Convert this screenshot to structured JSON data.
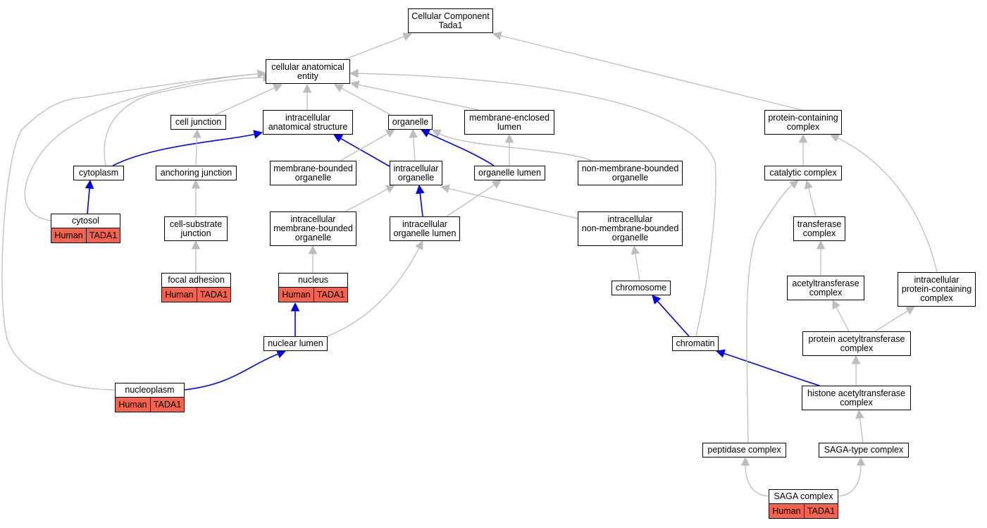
{
  "nodes": [
    {
      "id": "root",
      "label": "Cellular Component\nTada1"
    },
    {
      "id": "cae",
      "label": "cellular anatomical\nentity"
    },
    {
      "id": "cj",
      "label": "cell junction"
    },
    {
      "id": "ias",
      "label": "intracellular\nanatomical structure"
    },
    {
      "id": "org",
      "label": "organelle"
    },
    {
      "id": "mel",
      "label": "membrane-enclosed\nlumen"
    },
    {
      "id": "pcc",
      "label": "protein-containing\ncomplex"
    },
    {
      "id": "cyto",
      "label": "cytoplasm"
    },
    {
      "id": "aj",
      "label": "anchoring junction"
    },
    {
      "id": "mbo",
      "label": "membrane-bounded\norganelle"
    },
    {
      "id": "io",
      "label": "intracellular\norganelle"
    },
    {
      "id": "ol",
      "label": "organelle lumen"
    },
    {
      "id": "nmbo",
      "label": "non-membrane-bounded\norganelle"
    },
    {
      "id": "cc",
      "label": "catalytic complex"
    },
    {
      "id": "cytosol",
      "label": "cytosol",
      "tags": [
        "Human",
        "TADA1"
      ]
    },
    {
      "id": "csj",
      "label": "cell-substrate\njunction"
    },
    {
      "id": "imbo",
      "label": "intracellular\nmembrane-bounded\norganelle"
    },
    {
      "id": "iol",
      "label": "intracellular\norganelle lumen"
    },
    {
      "id": "inmbo",
      "label": "intracellular\nnon-membrane-bounded\norganelle"
    },
    {
      "id": "tc",
      "label": "transferase\ncomplex"
    },
    {
      "id": "fa",
      "label": "focal adhesion",
      "tags": [
        "Human",
        "TADA1"
      ]
    },
    {
      "id": "nuc",
      "label": "nucleus",
      "tags": [
        "Human",
        "TADA1"
      ]
    },
    {
      "id": "chrom",
      "label": "chromosome"
    },
    {
      "id": "atc",
      "label": "acetyltransferase\ncomplex"
    },
    {
      "id": "ipcc",
      "label": "intracellular\nprotein-containing\ncomplex"
    },
    {
      "id": "nl",
      "label": "nuclear lumen"
    },
    {
      "id": "chromatin",
      "label": "chromatin"
    },
    {
      "id": "patc",
      "label": "protein acetyltransferase\ncomplex"
    },
    {
      "id": "hatc",
      "label": "histone acetyltransferase\ncomplex"
    },
    {
      "id": "nucleoplasm",
      "label": "nucleoplasm",
      "tags": [
        "Human",
        "TADA1"
      ]
    },
    {
      "id": "pepc",
      "label": "peptidase complex"
    },
    {
      "id": "saga_type",
      "label": "SAGA-type complex"
    },
    {
      "id": "saga",
      "label": "SAGA complex",
      "tags": [
        "Human",
        "TADA1"
      ]
    }
  ],
  "edges": [
    {
      "from": "cae",
      "to": "root",
      "color": "#bdbdbd"
    },
    {
      "from": "pcc",
      "to": "root",
      "color": "#bdbdbd"
    },
    {
      "from": "cj",
      "to": "cae",
      "color": "#bdbdbd"
    },
    {
      "from": "ias",
      "to": "cae",
      "color": "#bdbdbd"
    },
    {
      "from": "org",
      "to": "cae",
      "color": "#bdbdbd"
    },
    {
      "from": "mel",
      "to": "cae",
      "color": "#bdbdbd"
    },
    {
      "from": "cyto",
      "to": "cae",
      "color": "#bdbdbd"
    },
    {
      "from": "cytosol",
      "to": "cae",
      "color": "#bdbdbd"
    },
    {
      "from": "nucleoplasm",
      "to": "cae",
      "color": "#bdbdbd"
    },
    {
      "from": "chromatin",
      "to": "cae",
      "color": "#bdbdbd"
    },
    {
      "from": "cyto",
      "to": "ias",
      "color": "#0000ee"
    },
    {
      "from": "io",
      "to": "ias",
      "color": "#0000ee"
    },
    {
      "from": "aj",
      "to": "cj",
      "color": "#bdbdbd"
    },
    {
      "from": "mbo",
      "to": "org",
      "color": "#bdbdbd"
    },
    {
      "from": "io",
      "to": "org",
      "color": "#bdbdbd"
    },
    {
      "from": "ol",
      "to": "org",
      "color": "#0000ee"
    },
    {
      "from": "nmbo",
      "to": "org",
      "color": "#bdbdbd"
    },
    {
      "from": "ol",
      "to": "mel",
      "color": "#bdbdbd"
    },
    {
      "from": "cytosol",
      "to": "cyto",
      "color": "#0000ee"
    },
    {
      "from": "csj",
      "to": "aj",
      "color": "#bdbdbd"
    },
    {
      "from": "fa",
      "to": "csj",
      "color": "#bdbdbd"
    },
    {
      "from": "imbo",
      "to": "io",
      "color": "#bdbdbd"
    },
    {
      "from": "iol",
      "to": "io",
      "color": "#0000ee"
    },
    {
      "from": "inmbo",
      "to": "io",
      "color": "#bdbdbd"
    },
    {
      "from": "iol",
      "to": "ol",
      "color": "#bdbdbd"
    },
    {
      "from": "nuc",
      "to": "imbo",
      "color": "#bdbdbd"
    },
    {
      "from": "nl",
      "to": "nuc",
      "color": "#0000ee"
    },
    {
      "from": "nl",
      "to": "iol",
      "color": "#bdbdbd"
    },
    {
      "from": "nucleoplasm",
      "to": "nl",
      "color": "#0000ee"
    },
    {
      "from": "chrom",
      "to": "inmbo",
      "color": "#bdbdbd"
    },
    {
      "from": "chromatin",
      "to": "chrom",
      "color": "#0000ee"
    },
    {
      "from": "hatc",
      "to": "chromatin",
      "color": "#0000ee"
    },
    {
      "from": "cc",
      "to": "pcc",
      "color": "#bdbdbd"
    },
    {
      "from": "ipcc",
      "to": "pcc",
      "color": "#bdbdbd"
    },
    {
      "from": "tc",
      "to": "cc",
      "color": "#bdbdbd"
    },
    {
      "from": "pepc",
      "to": "cc",
      "color": "#bdbdbd"
    },
    {
      "from": "atc",
      "to": "tc",
      "color": "#bdbdbd"
    },
    {
      "from": "patc",
      "to": "atc",
      "color": "#bdbdbd"
    },
    {
      "from": "patc",
      "to": "ipcc",
      "color": "#bdbdbd"
    },
    {
      "from": "hatc",
      "to": "patc",
      "color": "#bdbdbd"
    },
    {
      "from": "saga_type",
      "to": "hatc",
      "color": "#bdbdbd"
    },
    {
      "from": "saga",
      "to": "pepc",
      "color": "#bdbdbd"
    },
    {
      "from": "saga",
      "to": "saga_type",
      "color": "#bdbdbd"
    }
  ]
}
